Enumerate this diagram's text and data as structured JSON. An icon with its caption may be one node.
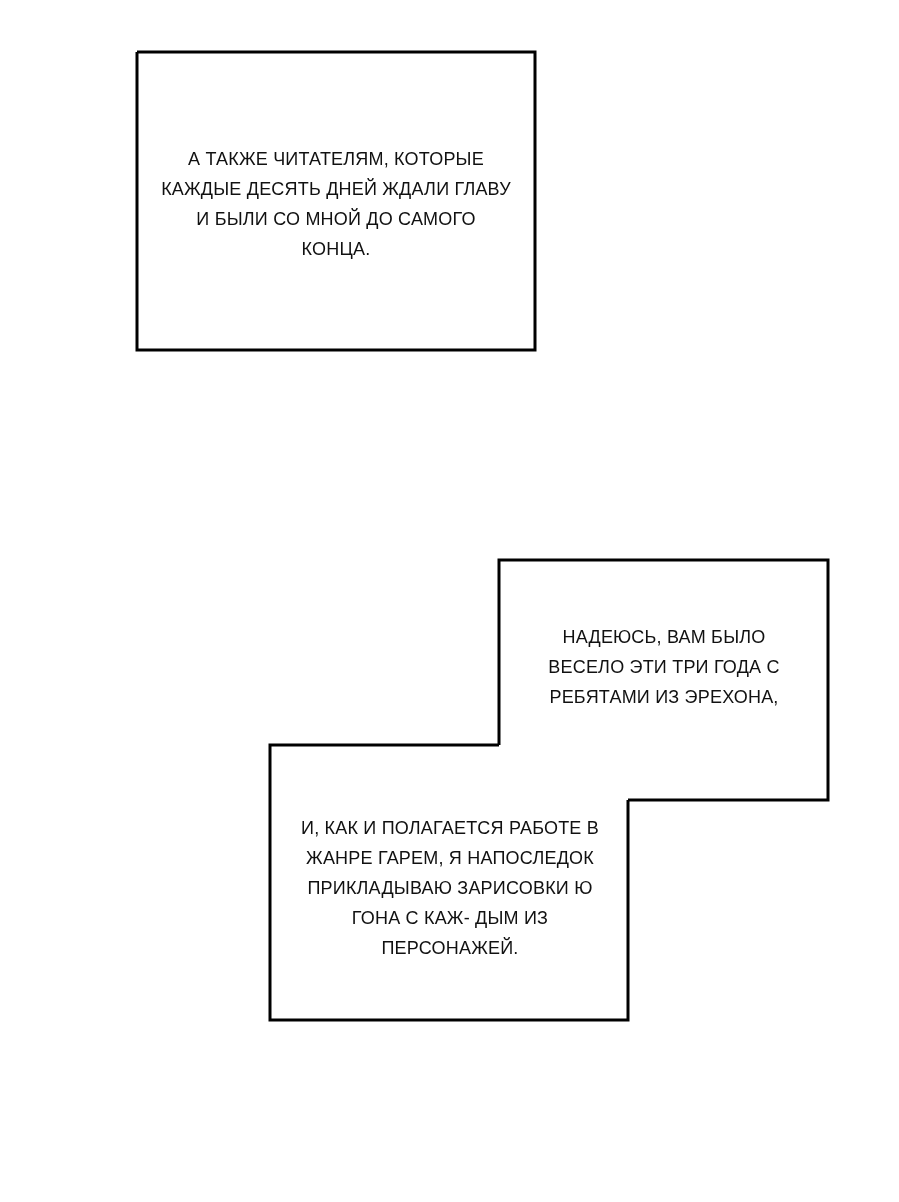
{
  "diagram": {
    "nodes": [
      {
        "text": [
          "А ТАКЖЕ ЧИТАТЕЛЯМ, КОТОРЫЕ КАЖДЫЕ ДЕСЯТЬ ДНЕЙ ЖДАЛИ ГЛАВУ И БЫЛИ СО МНОЙ ДО САМОГО КОНЦА."
        ]
      },
      {
        "text": [
          "НАДЕЮСЬ, ВАМ БЫЛО ВЕСЕЛО ЭТИ ТРИ ГОДА С РЕБЯТАМИ ИЗ ЭРЕХОНА,"
        ]
      },
      {
        "text": [
          "И, КАК И ПОЛАГАЕТСЯ РАБОТЕ В ЖАНРЕ ГАРЕМ, Я НАПОСЛЕДОК ПРИКЛАДЫВАЮ ЗАРИСОВКИ Ю ГОНА С КАЖ- ДЫМ ИЗ ПЕРСОНАЖЕЙ."
        ]
      }
    ]
  }
}
